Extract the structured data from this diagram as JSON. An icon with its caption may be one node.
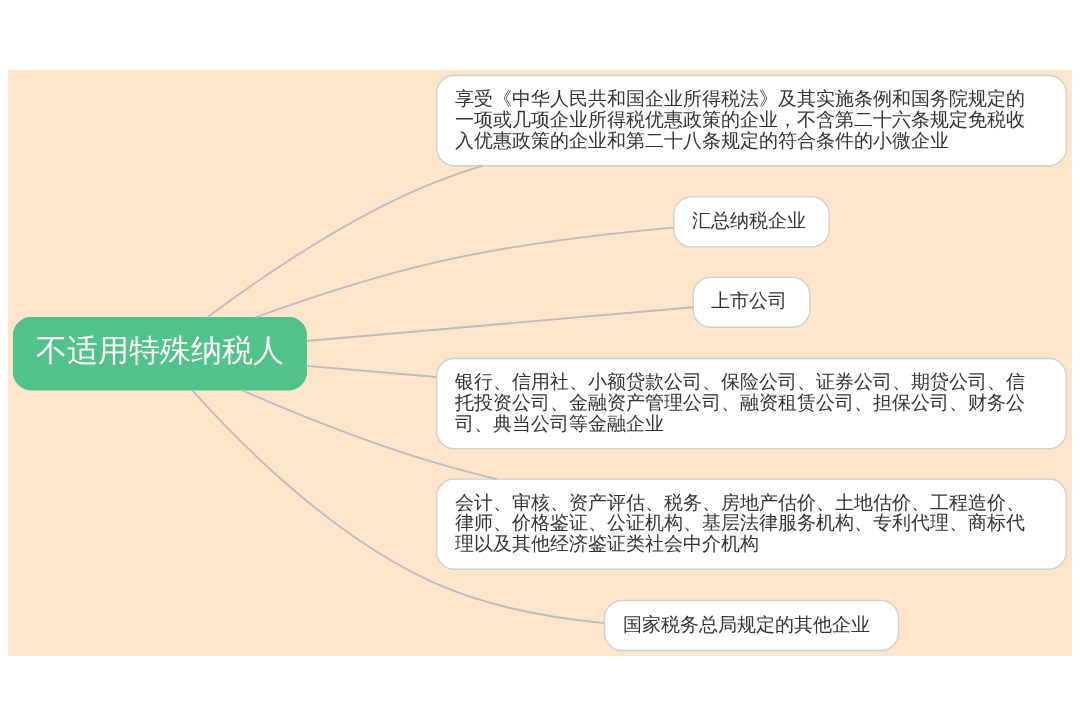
{
  "diagram": {
    "nodes": [
      {
        "text": [
          "不适用特殊纳税人"
        ]
      },
      {
        "text": [
          "享受《中华人民共和国企业所得税法》及其实施条例和国务院规定的一项或几项企业所得税优惠政策的企业，不含第二十六条规定免税收入优惠政策的企业和第二十八条规定的符合条件的小微企业"
        ]
      },
      {
        "text": [
          "汇总纳税企业"
        ]
      },
      {
        "text": [
          "上市公司"
        ]
      },
      {
        "text": [
          "银行、信用社、小额贷款公司、保险公司、证券公司、期贷公司、信托投资公司、金融资产管理公司、融资租赁公司、担保公司、财务公司、典当公司等金融企业"
        ]
      },
      {
        "text": [
          "会计、审核、资产评估、税务、房地产估价、土地估价、工程造价、律师、价格鉴证、公证机构、基层法律服务机构、专利代理、商标代理以及其他经济鉴证类社会中介机构"
        ]
      },
      {
        "text": [
          "国家税务总局规定的其他企业"
        ]
      }
    ],
    "edges": [
      {
        "from": 0,
        "to": 1,
        "arrow": "none"
      },
      {
        "from": 0,
        "to": 2,
        "arrow": "none"
      },
      {
        "from": 0,
        "to": 3,
        "arrow": "none"
      },
      {
        "from": 0,
        "to": 4,
        "arrow": "none"
      },
      {
        "from": 0,
        "to": 5,
        "arrow": "none"
      },
      {
        "from": 0,
        "to": 6,
        "arrow": "none"
      }
    ]
  }
}
